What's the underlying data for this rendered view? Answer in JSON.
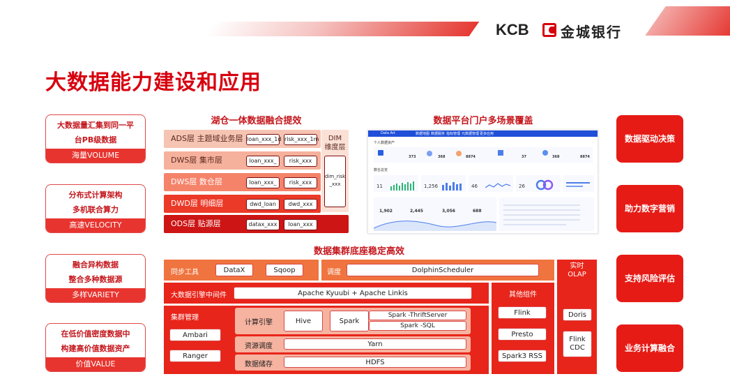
{
  "title": "大数据能力建设和应用",
  "logo": {
    "latin": "KCB",
    "chinese": "金城银行"
  },
  "left_cards": [
    {
      "line1": "大数据量汇集到同一平",
      "line2": "台PB级数据",
      "footer": "海量VOLUME"
    },
    {
      "line1": "分布式计算架构",
      "line2": "多机联合算力",
      "footer": "高速VELOCITY"
    },
    {
      "line1": "融合异构数据",
      "line2": "整合多种数据源",
      "footer": "多样VARIETY"
    },
    {
      "line1": "在低价值密度数据中",
      "line2": "构建高价值数据资产",
      "footer": "价值VALUE"
    }
  ],
  "right_cards": [
    "数据驱动决策",
    "助力数字营销",
    "支持风险评估",
    "业务计算融合"
  ],
  "lakehouse": {
    "header": "湖仓一体数据融合提效",
    "layers": [
      {
        "label": "ADS层 主题域业务层",
        "items": [
          "loan_xxx_1d",
          "risk_xxx_1m"
        ]
      },
      {
        "label": "DWS层 集市层",
        "items": [
          "loan_xxx_",
          "risk_xxx"
        ]
      },
      {
        "label": "DWS层 数仓层",
        "items": [
          "loan_xxx_",
          "risk_xxx"
        ]
      },
      {
        "label": "DWD层 明细层",
        "items": [
          "dwd_loan",
          "dwd_xxx"
        ]
      },
      {
        "label": "ODS层 贴源层",
        "items": [
          "datax_xxx",
          "loan_xxx"
        ]
      }
    ],
    "dim": {
      "title": "DIM\n维度层",
      "box": "dim_risk\n_xxx"
    }
  },
  "portal": {
    "header": "数据平台门户多场景覆盖",
    "app_name": "Data Art",
    "nav": [
      "数据地图",
      "数据服务",
      "指标管理",
      "元数据管理",
      "更多应用"
    ],
    "section1": "个人数据资产",
    "section2": "数仓总览",
    "stats": [
      "373",
      "368",
      "8874",
      "37",
      "368",
      "8874"
    ],
    "cards": [
      "11",
      "1,256",
      "46",
      "26"
    ],
    "bottom": [
      "1,902",
      "2,445",
      "3,056",
      "688"
    ]
  },
  "cluster": {
    "header": "数据集群底座稳定高效",
    "sync": {
      "label": "同步工具",
      "tools": [
        "DataX",
        "Sqoop"
      ]
    },
    "schedule": {
      "label": "调度",
      "tool": "DolphinScheduler"
    },
    "middleware": {
      "label": "大数据引擎中间件",
      "tool": "Apache Kyuubi + Apache Linkis"
    },
    "other": {
      "label": "其他组件",
      "items": [
        "Flink",
        "Presto",
        "Spark3 RSS"
      ]
    },
    "olap": {
      "label": "实时\nOLAP",
      "items": [
        "Doris",
        "Flink\nCDC"
      ]
    },
    "mgmt": {
      "label": "集群管理",
      "items": [
        "Ambari",
        "Ranger"
      ]
    },
    "compute": {
      "label": "计算引擎",
      "items": [
        "Hive",
        "Spark",
        "Spark -ThriftServer",
        "Spark -SQL"
      ]
    },
    "resource": {
      "label": "资源调度",
      "tool": "Yarn"
    },
    "storage": {
      "label": "数据储存",
      "tool": "HDFS"
    }
  },
  "colors": {
    "brand": "#e61b16",
    "dark_red": "#c4161c",
    "light": "#f6b3a0"
  }
}
